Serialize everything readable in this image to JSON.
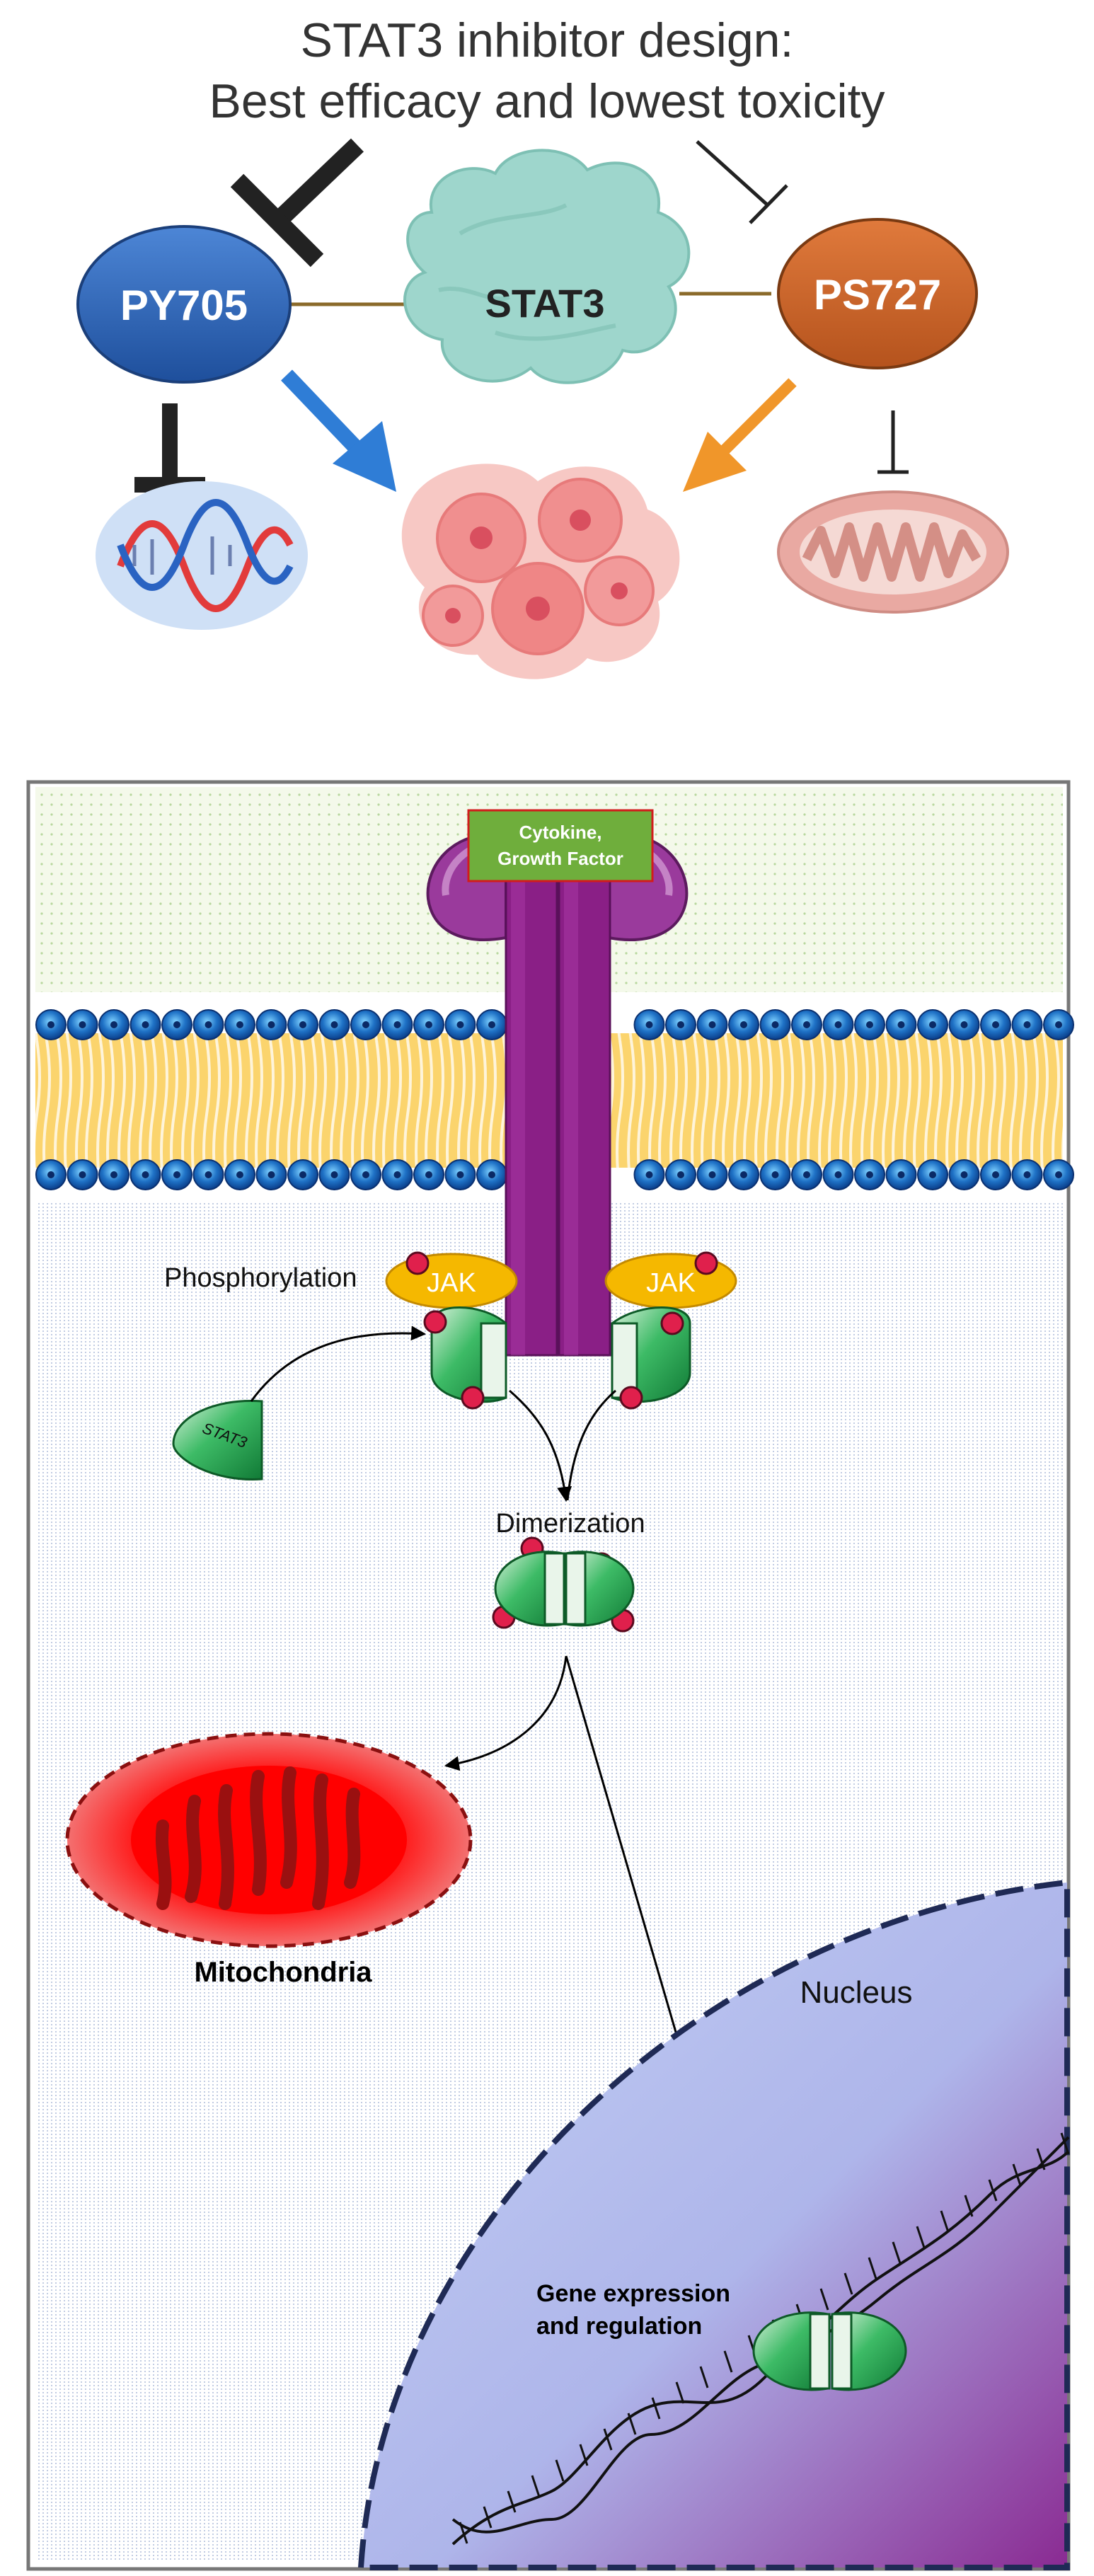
{
  "top_panel": {
    "title_line1": "STAT3 inhibitor design:",
    "title_line2": "Best efficacy and lowest toxicity",
    "nodes": {
      "py705": "PY705",
      "stat3": "STAT3",
      "ps727": "PS727"
    }
  },
  "bottom_panel": {
    "ligand": {
      "line1": "Cytokine,",
      "line2": "Growth Factor"
    },
    "jak_left": "JAK",
    "jak_right": "JAK",
    "phosphorylation": "Phosphorylation",
    "stat3_monomer": "STAT3",
    "dimerization": "Dimerization",
    "mitochondria": "Mitochondria",
    "nucleus": "Nucleus",
    "gene_line1": "Gene expression",
    "gene_line2": "and regulation"
  },
  "colors": {
    "py705": "#2f64b6",
    "ps727": "#c9652a",
    "stat3_blob": "#9ed6cc",
    "receptor": "#8a1f86",
    "jak": "#f5b800",
    "stat3_green": "#1f9b4a",
    "phospho": "#e0204c",
    "mito": "#ee0e0e",
    "nucleus": "#7f3aa8"
  }
}
